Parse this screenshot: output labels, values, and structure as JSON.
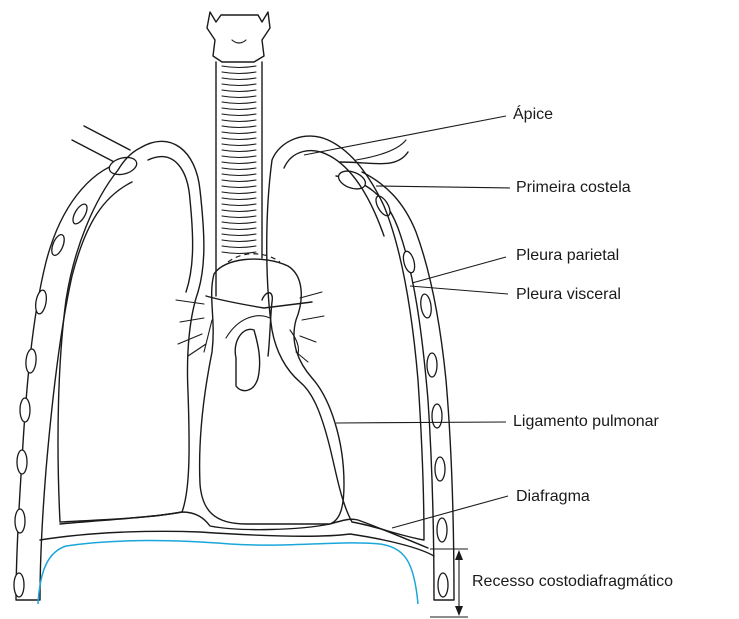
{
  "labels": {
    "apice": "Ápice",
    "primeira_costela": "Primeira costela",
    "pleura_parietal": "Pleura parietal",
    "pleura_visceral": "Pleura visceral",
    "ligamento_pulmonar": "Ligamento pulmonar",
    "diafragma": "Diafragma",
    "recesso": "Recesso costodiafragmático"
  },
  "colors": {
    "outline": "#1a1a1a",
    "diaphragm_line": "#1aa6d9",
    "background": "#ffffff"
  }
}
